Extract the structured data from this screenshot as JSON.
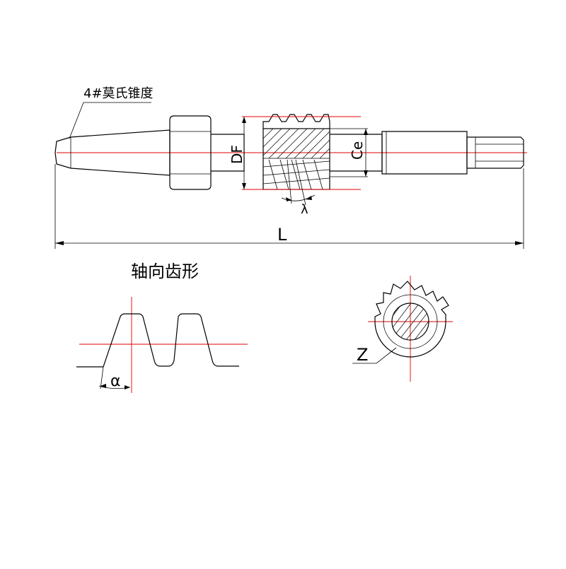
{
  "labels": {
    "taper": "4#莫氏锥度",
    "df": "DF",
    "de": "Ce",
    "lambda": "λ",
    "length": "L",
    "profile_title": "轴向齿形",
    "alpha": "α",
    "z": "Z"
  },
  "colors": {
    "line": "#000000",
    "centerline": "#e00000"
  }
}
